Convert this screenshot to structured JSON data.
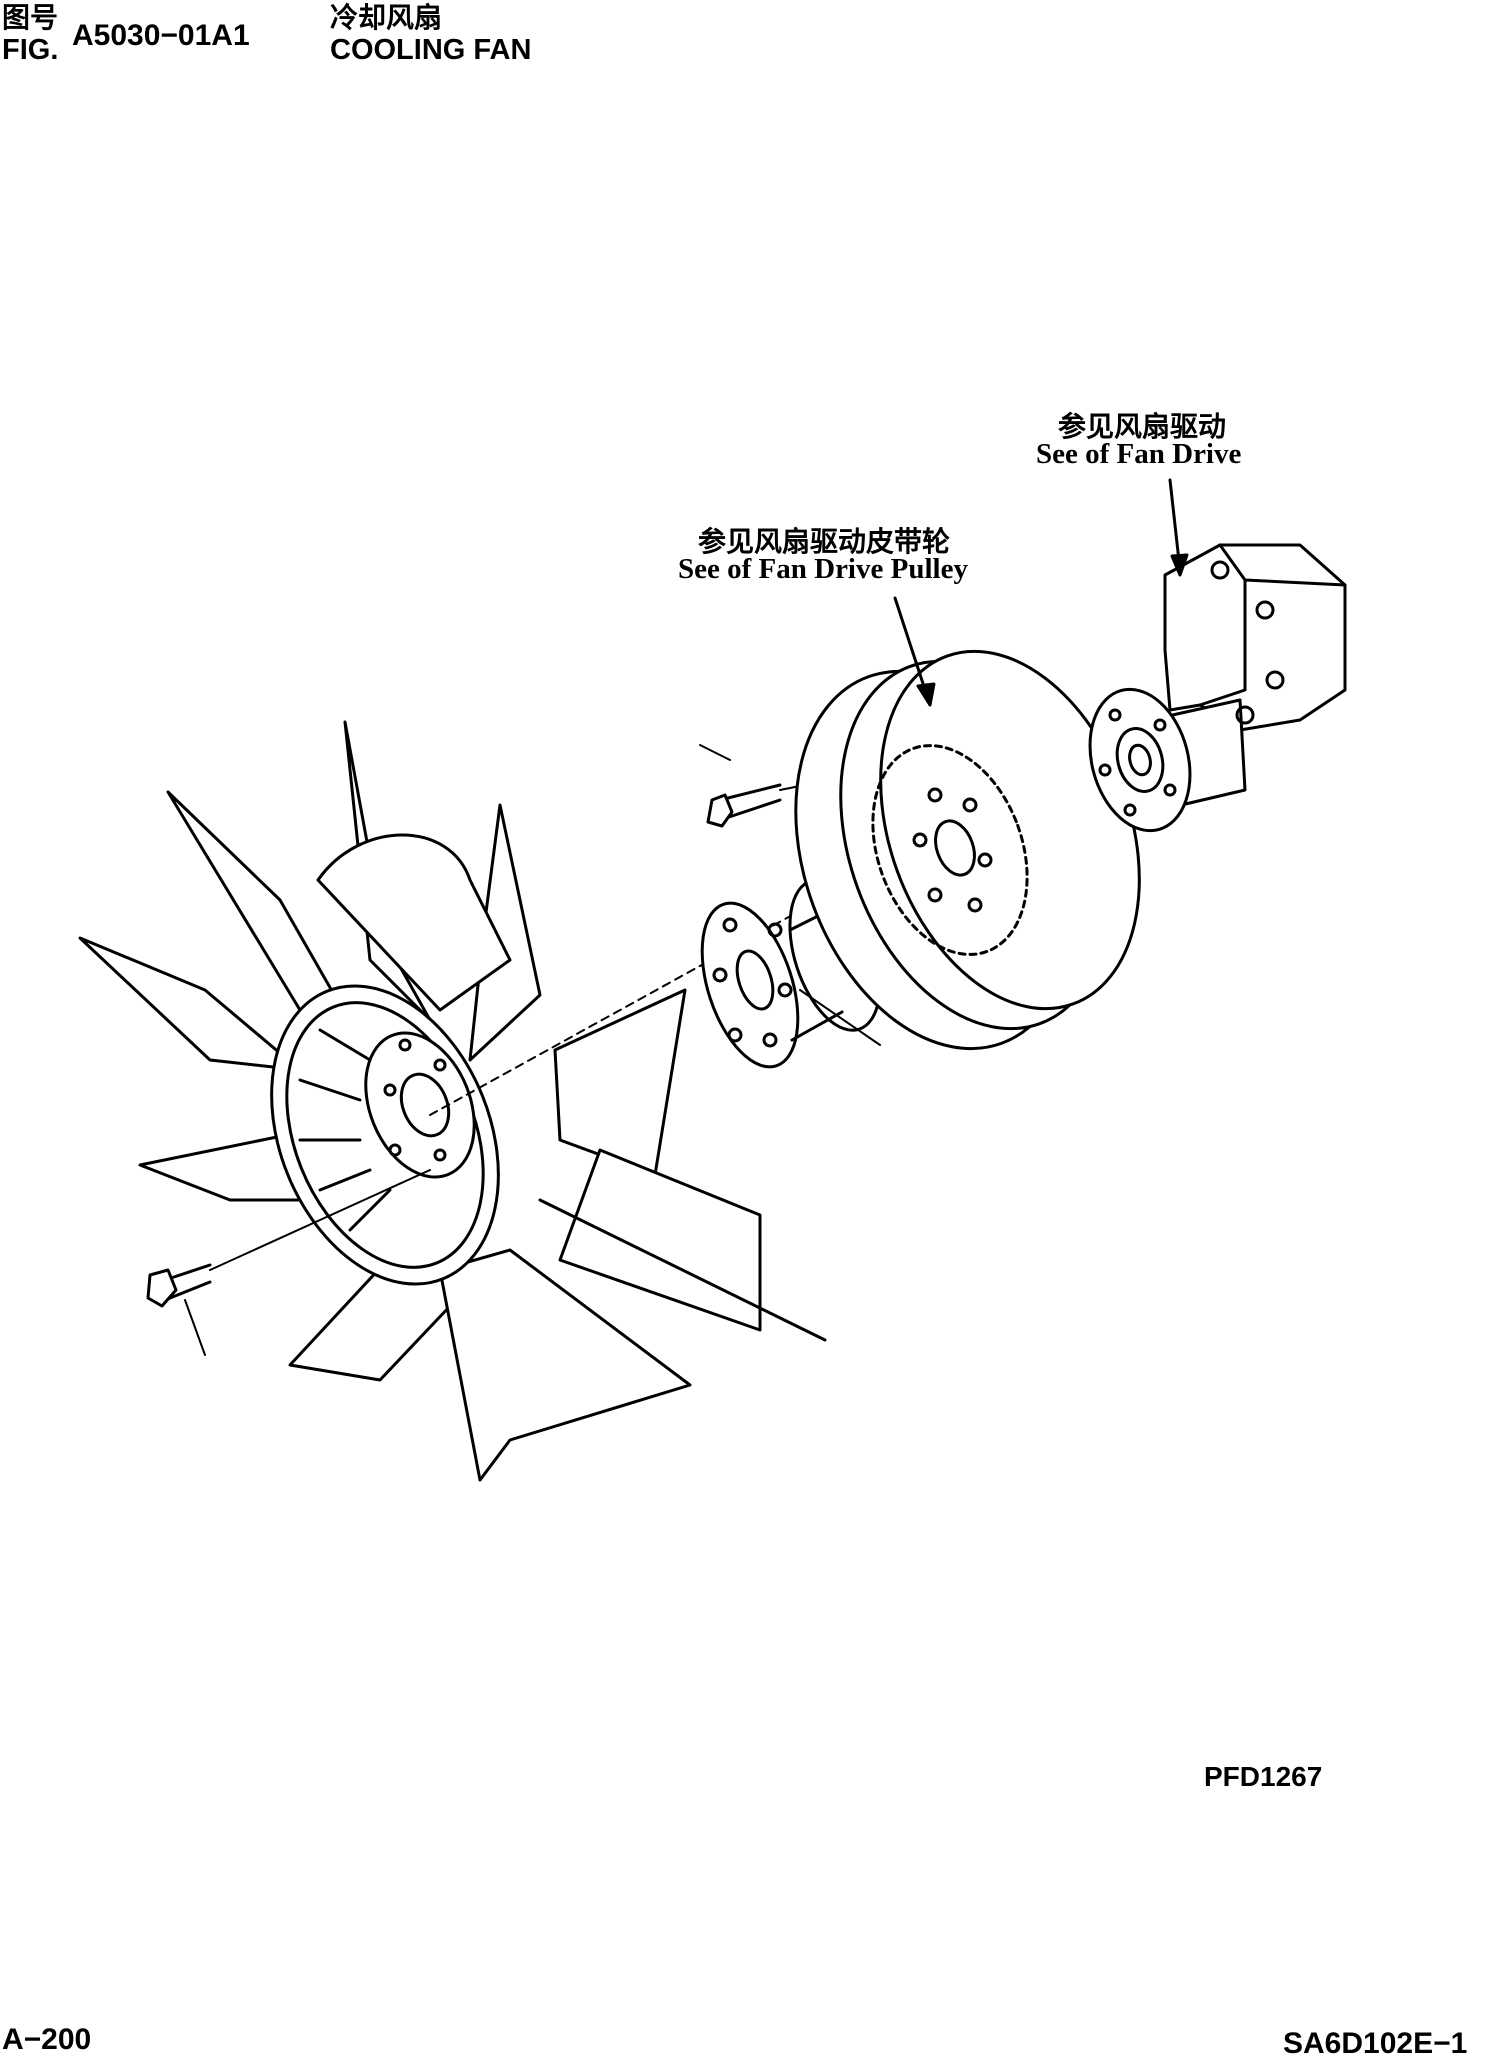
{
  "header": {
    "fig_label_cn": "图号",
    "fig_label_en": "FIG.",
    "fig_number": "A5030−01A1",
    "title_cn": "冷却风扇",
    "title_en": "COOLING FAN"
  },
  "callouts": {
    "fan_drive": {
      "cn": "参见风扇驱动",
      "en": "See of Fan Drive"
    },
    "fan_drive_pulley": {
      "cn": "参见风扇驱动皮带轮",
      "en": "See of Fan Drive Pulley"
    }
  },
  "drawing_code": "PFD1267",
  "footer": {
    "page": "A−200",
    "model": "SA6D102E−1"
  },
  "icons": [
    "cooling-fan-drawing",
    "fan-drive-housing-drawing",
    "pulley-drawing",
    "spacer-drawing",
    "bolt-drawing"
  ]
}
